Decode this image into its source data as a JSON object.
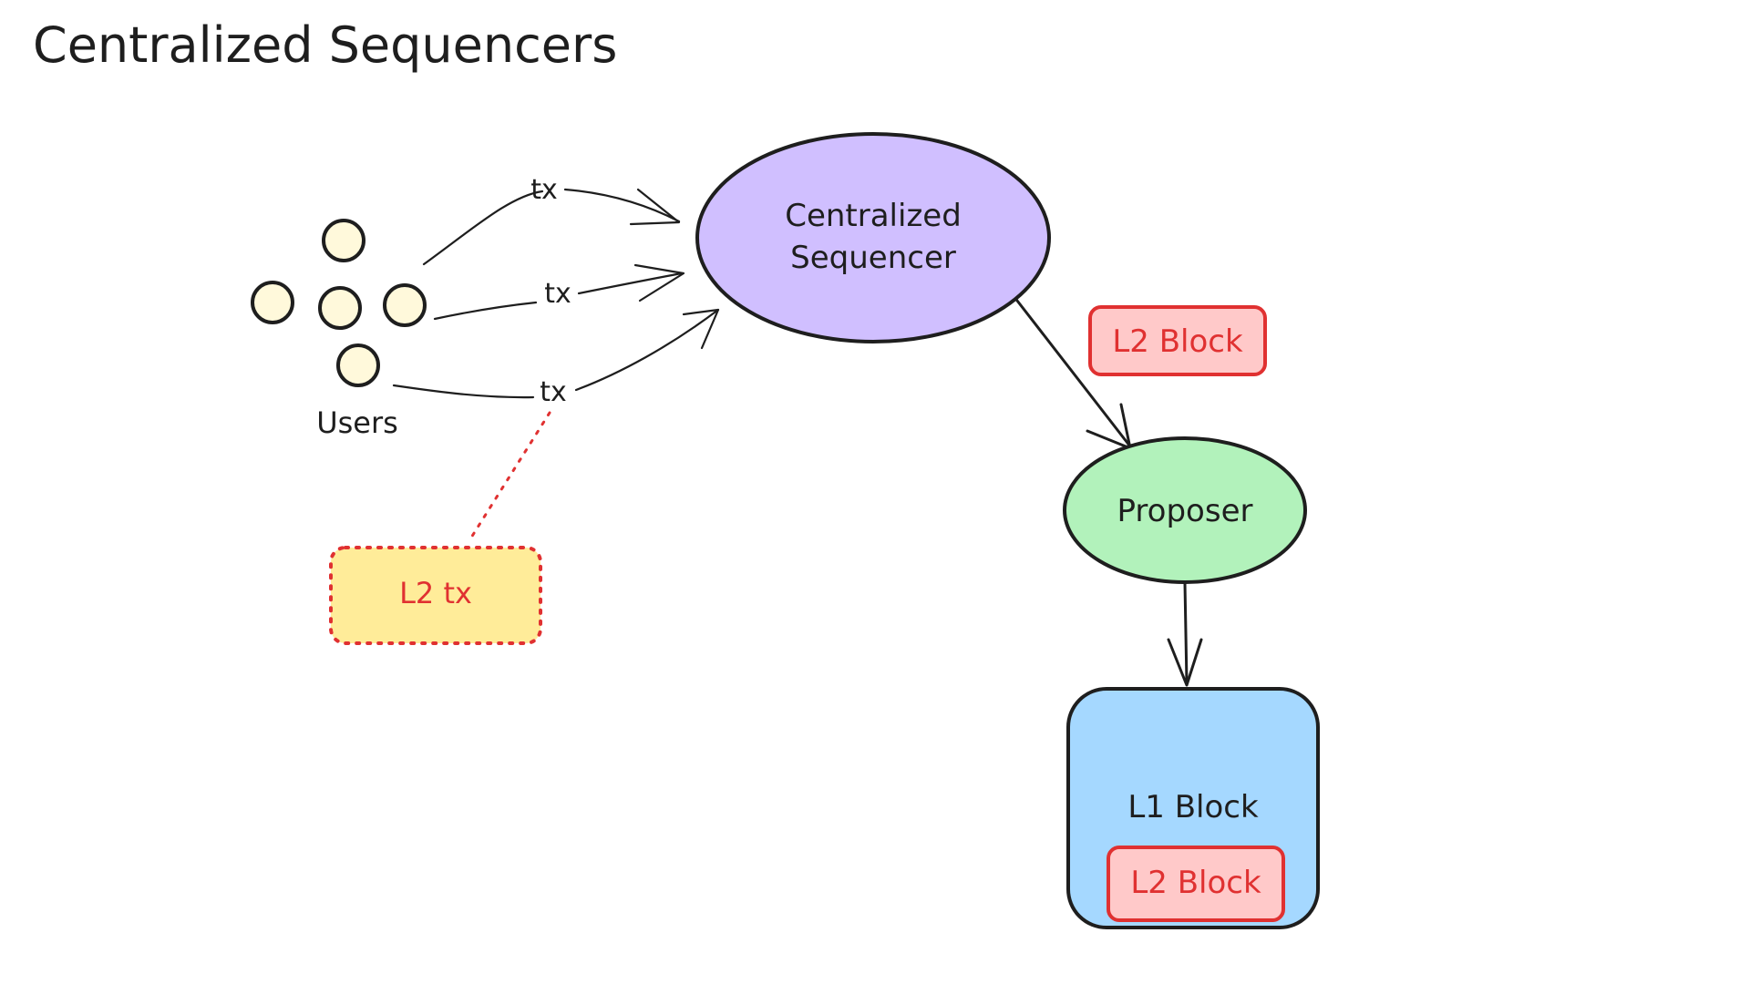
{
  "title": "Centralized Sequencers",
  "users": {
    "label": "Users"
  },
  "tx_labels": [
    "tx",
    "tx",
    "tx"
  ],
  "sequencer": {
    "line1": "Centralized",
    "line2": "Sequencer"
  },
  "l2_block_floating": "L2 Block",
  "proposer": "Proposer",
  "l1_block": {
    "label": "L1 Block",
    "inner": "L2 Block"
  },
  "l2_tx": "L2 tx",
  "colors": {
    "ink": "#1e1e1e",
    "sequencer_fill": "#d0bfff",
    "proposer_fill": "#b2f2bb",
    "l1_fill": "#a5d8ff",
    "l2_block_fill": "#ffc9c9",
    "l2_block_stroke": "#e03131",
    "l2_tx_fill": "#ffec99",
    "user_fill": "#fff9db"
  }
}
